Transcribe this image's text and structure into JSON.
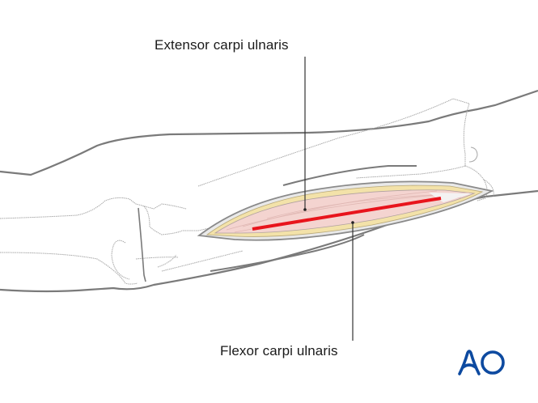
{
  "figure": {
    "labels": {
      "top": "Extensor carpi ulnaris",
      "bottom": "Flexor carpi ulnaris"
    },
    "logo": {
      "text": "AO",
      "color": "#0d4aa0"
    },
    "colors": {
      "outline": "#7a7a7a",
      "bone_outline": "#a8a8a8",
      "incision_line": "#e8141c",
      "muscle_fill": "#f4d4d0",
      "fat_fill": "#f3e2a9",
      "leader_line": "#333333"
    },
    "icons": [
      "ao-logo-icon"
    ]
  }
}
